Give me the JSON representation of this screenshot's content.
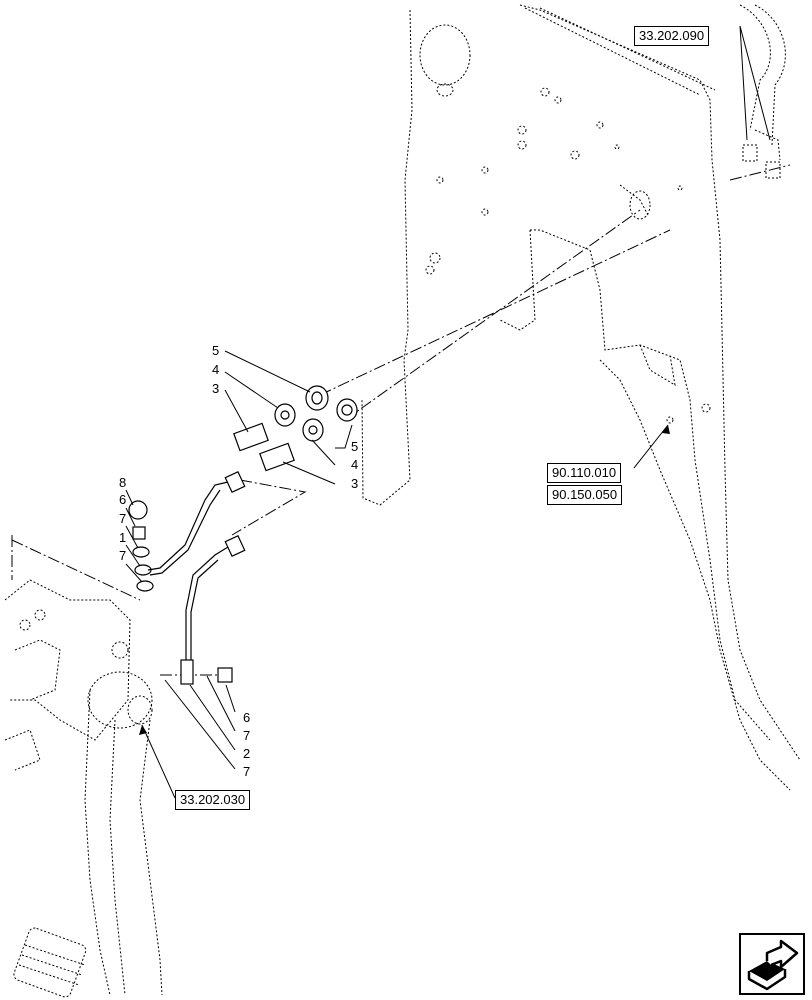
{
  "references": {
    "top_right": "33.202.090",
    "middle_upper": "90.110.010",
    "middle_lower": "90.150.050",
    "bottom_left": "33.202.030"
  },
  "callouts": {
    "c5a": "5",
    "c4a": "4",
    "c3a": "3",
    "c5b": "5",
    "c4b": "4",
    "c3b": "3",
    "c8": "8",
    "c6a": "6",
    "c7a": "7",
    "c1": "1",
    "c7b": "7",
    "c6b": "6",
    "c7c": "7",
    "c2": "2",
    "c7d": "7"
  },
  "icons": {
    "nav": "arrow-return-icon"
  }
}
